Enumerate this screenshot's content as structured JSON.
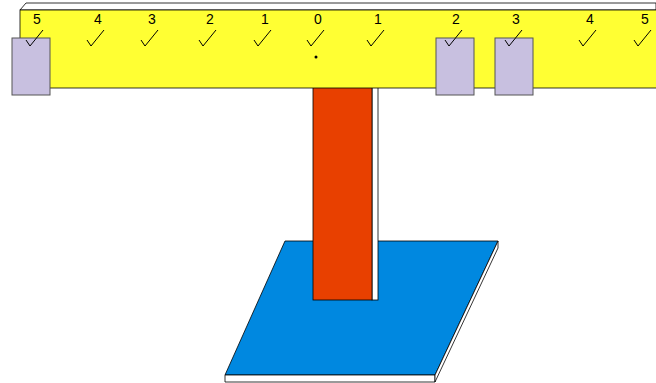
{
  "diagram": {
    "nodes": [
      {
        "text": [
          "5",
          "4",
          "3",
          "2",
          "1",
          "0",
          "1",
          "2",
          "3",
          "4",
          "5"
        ]
      }
    ]
  }
}
